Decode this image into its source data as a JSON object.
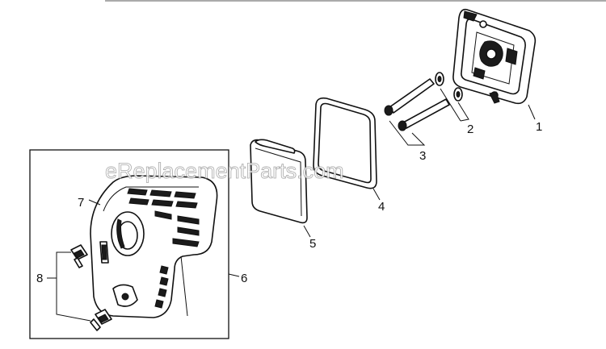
{
  "callouts": {
    "c1": "1",
    "c2": "2",
    "c3": "3",
    "c4": "4",
    "c5": "5",
    "c6": "6",
    "c7": "7",
    "c8": "8"
  },
  "watermark": "eReplacementParts.com",
  "colors": {
    "line": "#111111",
    "background": "#ffffff",
    "watermark_outline": "#9a9a9a"
  }
}
